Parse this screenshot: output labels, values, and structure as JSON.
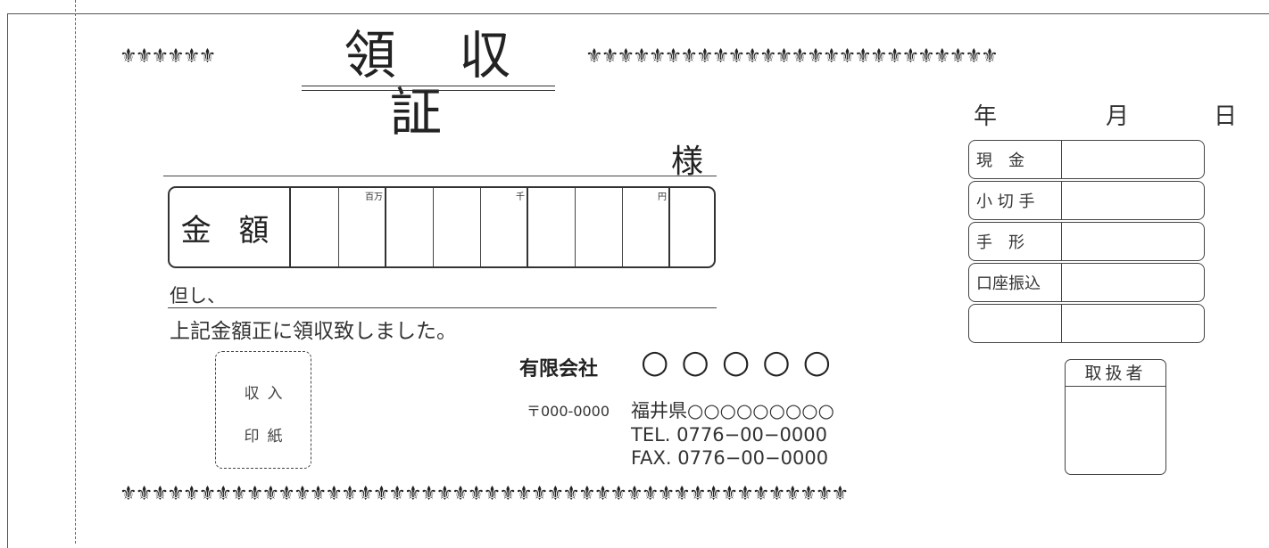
{
  "title": "領 収 証",
  "ornament_top_left": "⚜⚜⚜⚜⚜⚜",
  "ornament_top_right": "⚜⚜⚜⚜⚜⚜⚜⚜⚜⚜⚜⚜⚜⚜⚜⚜⚜⚜⚜⚜⚜⚜⚜⚜⚜⚜",
  "ornament_bottom": "⚜⚜⚜⚜⚜⚜⚜⚜⚜⚜⚜⚜⚜⚜⚜⚜⚜⚜⚜⚜⚜⚜⚜⚜⚜⚜⚜⚜⚜⚜⚜⚜⚜⚜⚜⚜⚜⚜⚜⚜⚜⚜⚜⚜⚜⚜",
  "date": {
    "year": "年",
    "month": "月",
    "day": "日"
  },
  "recipient_suffix": "様",
  "amount": {
    "label": "金 額",
    "unit_million": "百万",
    "unit_thousand": "千",
    "unit_yen": "円"
  },
  "proviso": "但し、",
  "received_text": "上記金額正に領収致しました。",
  "revenue_stamp": {
    "line1": "収入",
    "line2": "印紙"
  },
  "company": {
    "name": "有限会社",
    "placeholder": "○○○○○",
    "zip": "〒000-0000",
    "address": "福井県○○○○○○○○○",
    "tel": "TEL. 0776−00−0000",
    "fax": "FAX. 0776−00−0000"
  },
  "payment_methods": [
    "現　金",
    "小 切 手",
    "手　形",
    "口座振込",
    ""
  ],
  "handler_label": "取扱者"
}
